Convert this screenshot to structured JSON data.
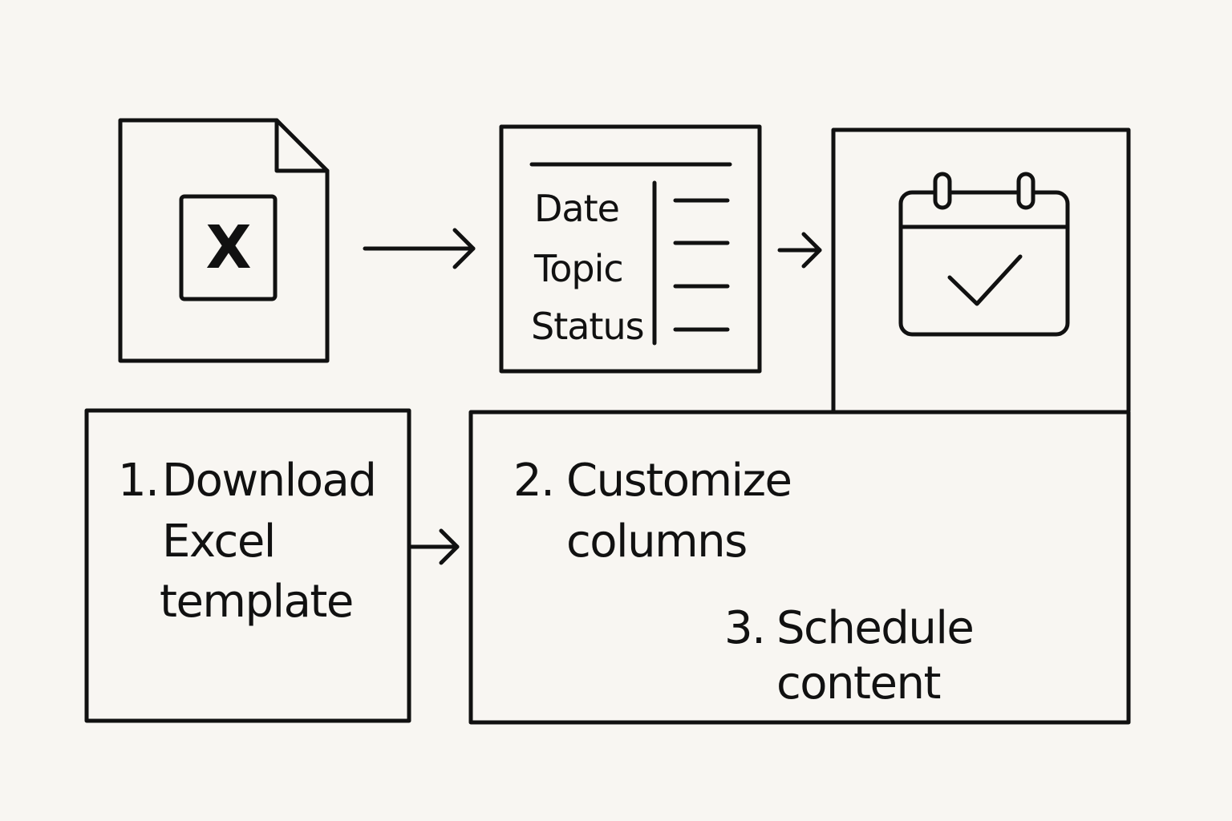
{
  "colors": {
    "background": "#f8f6f2",
    "ink": "#111111"
  },
  "icons": {
    "file": "excel-file-icon",
    "spreadsheet": "spreadsheet-columns-icon",
    "calendar": "calendar-check-icon",
    "arrow": "right-arrow-icon"
  },
  "excel_icon": {
    "letter": "X"
  },
  "columns_card": {
    "fields": [
      "Date",
      "Topic",
      "Status"
    ]
  },
  "steps": {
    "download": {
      "number": "1.",
      "lines": [
        "Download",
        "Excel",
        "template"
      ]
    },
    "customize": {
      "number": "2.",
      "lines": [
        "Customize",
        "columns"
      ]
    },
    "schedule": {
      "number": "3.",
      "lines": [
        "Schedule",
        "content"
      ]
    }
  }
}
